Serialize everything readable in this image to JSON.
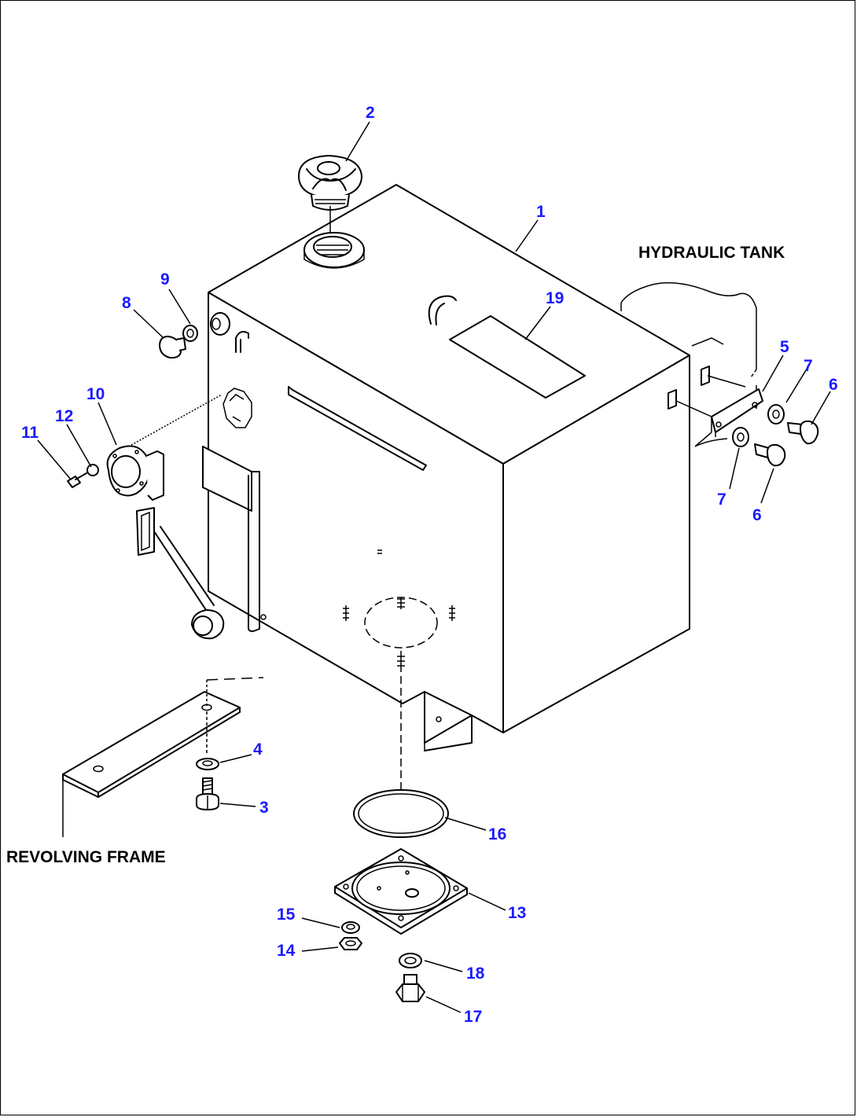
{
  "captions": {
    "hydraulic_tank": "HYDRAULIC TANK",
    "revolving_frame": "REVOLVING FRAME"
  },
  "callouts": {
    "p1": "1",
    "p2": "2",
    "p3": "3",
    "p4": "4",
    "p5": "5",
    "p6a": "6",
    "p6b": "6",
    "p7a": "7",
    "p7b": "7",
    "p8": "8",
    "p9": "9",
    "p10": "10",
    "p11": "11",
    "p12": "12",
    "p13": "13",
    "p14": "14",
    "p15": "15",
    "p16": "16",
    "p17": "17",
    "p18": "18",
    "p19": "19"
  },
  "colors": {
    "callout_text": "#1a1aff",
    "line": "#000000",
    "background": "#ffffff"
  }
}
